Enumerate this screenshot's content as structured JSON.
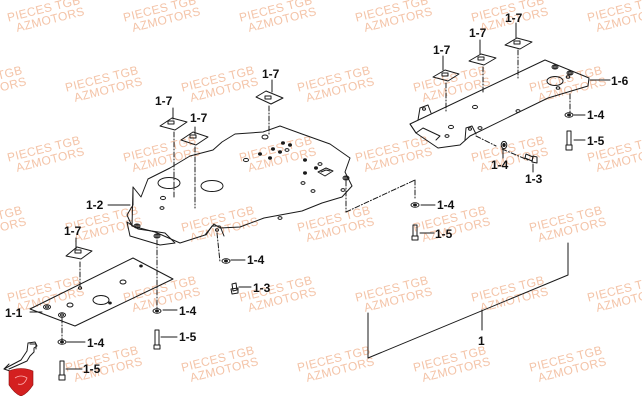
{
  "diagram": {
    "type": "exploded parts diagram",
    "subject": "skid plate / under guard assembly",
    "line_color": "#1a1a1a",
    "watermark": {
      "line1": "PIECES TGB",
      "line2": "AZMOTORS",
      "color": "#f4c4a8"
    },
    "logo_color": "#d42020",
    "callouts": [
      {
        "id": "c1",
        "text": "1",
        "part": "assembly"
      },
      {
        "id": "c11",
        "text": "1-1",
        "part": "front skid plate"
      },
      {
        "id": "c12",
        "text": "1-2",
        "part": "main skid plate"
      },
      {
        "id": "c13a",
        "text": "1-3",
        "part": "bolt"
      },
      {
        "id": "c13b",
        "text": "1-3",
        "part": "bolt"
      },
      {
        "id": "c14a",
        "text": "1-4",
        "part": "washer"
      },
      {
        "id": "c14b",
        "text": "1-4",
        "part": "washer"
      },
      {
        "id": "c14c",
        "text": "1-4",
        "part": "washer"
      },
      {
        "id": "c14d",
        "text": "1-4",
        "part": "washer"
      },
      {
        "id": "c14e",
        "text": "1-4",
        "part": "washer"
      },
      {
        "id": "c14f",
        "text": "1-4",
        "part": "washer"
      },
      {
        "id": "c15a",
        "text": "1-5",
        "part": "bolt"
      },
      {
        "id": "c15b",
        "text": "1-5",
        "part": "bolt"
      },
      {
        "id": "c15c",
        "text": "1-5",
        "part": "bolt"
      },
      {
        "id": "c15d",
        "text": "1-5",
        "part": "bolt"
      },
      {
        "id": "c16",
        "text": "1-6",
        "part": "rear skid plate"
      },
      {
        "id": "c17a",
        "text": "1-7",
        "part": "clip nut"
      },
      {
        "id": "c17b",
        "text": "1-7",
        "part": "clip nut"
      },
      {
        "id": "c17c",
        "text": "1-7",
        "part": "clip nut"
      },
      {
        "id": "c17d",
        "text": "1-7",
        "part": "clip nut"
      },
      {
        "id": "c17e",
        "text": "1-7",
        "part": "clip nut"
      },
      {
        "id": "c17f",
        "text": "1-7",
        "part": "clip nut"
      },
      {
        "id": "c17g",
        "text": "1-7",
        "part": "clip nut"
      }
    ]
  }
}
